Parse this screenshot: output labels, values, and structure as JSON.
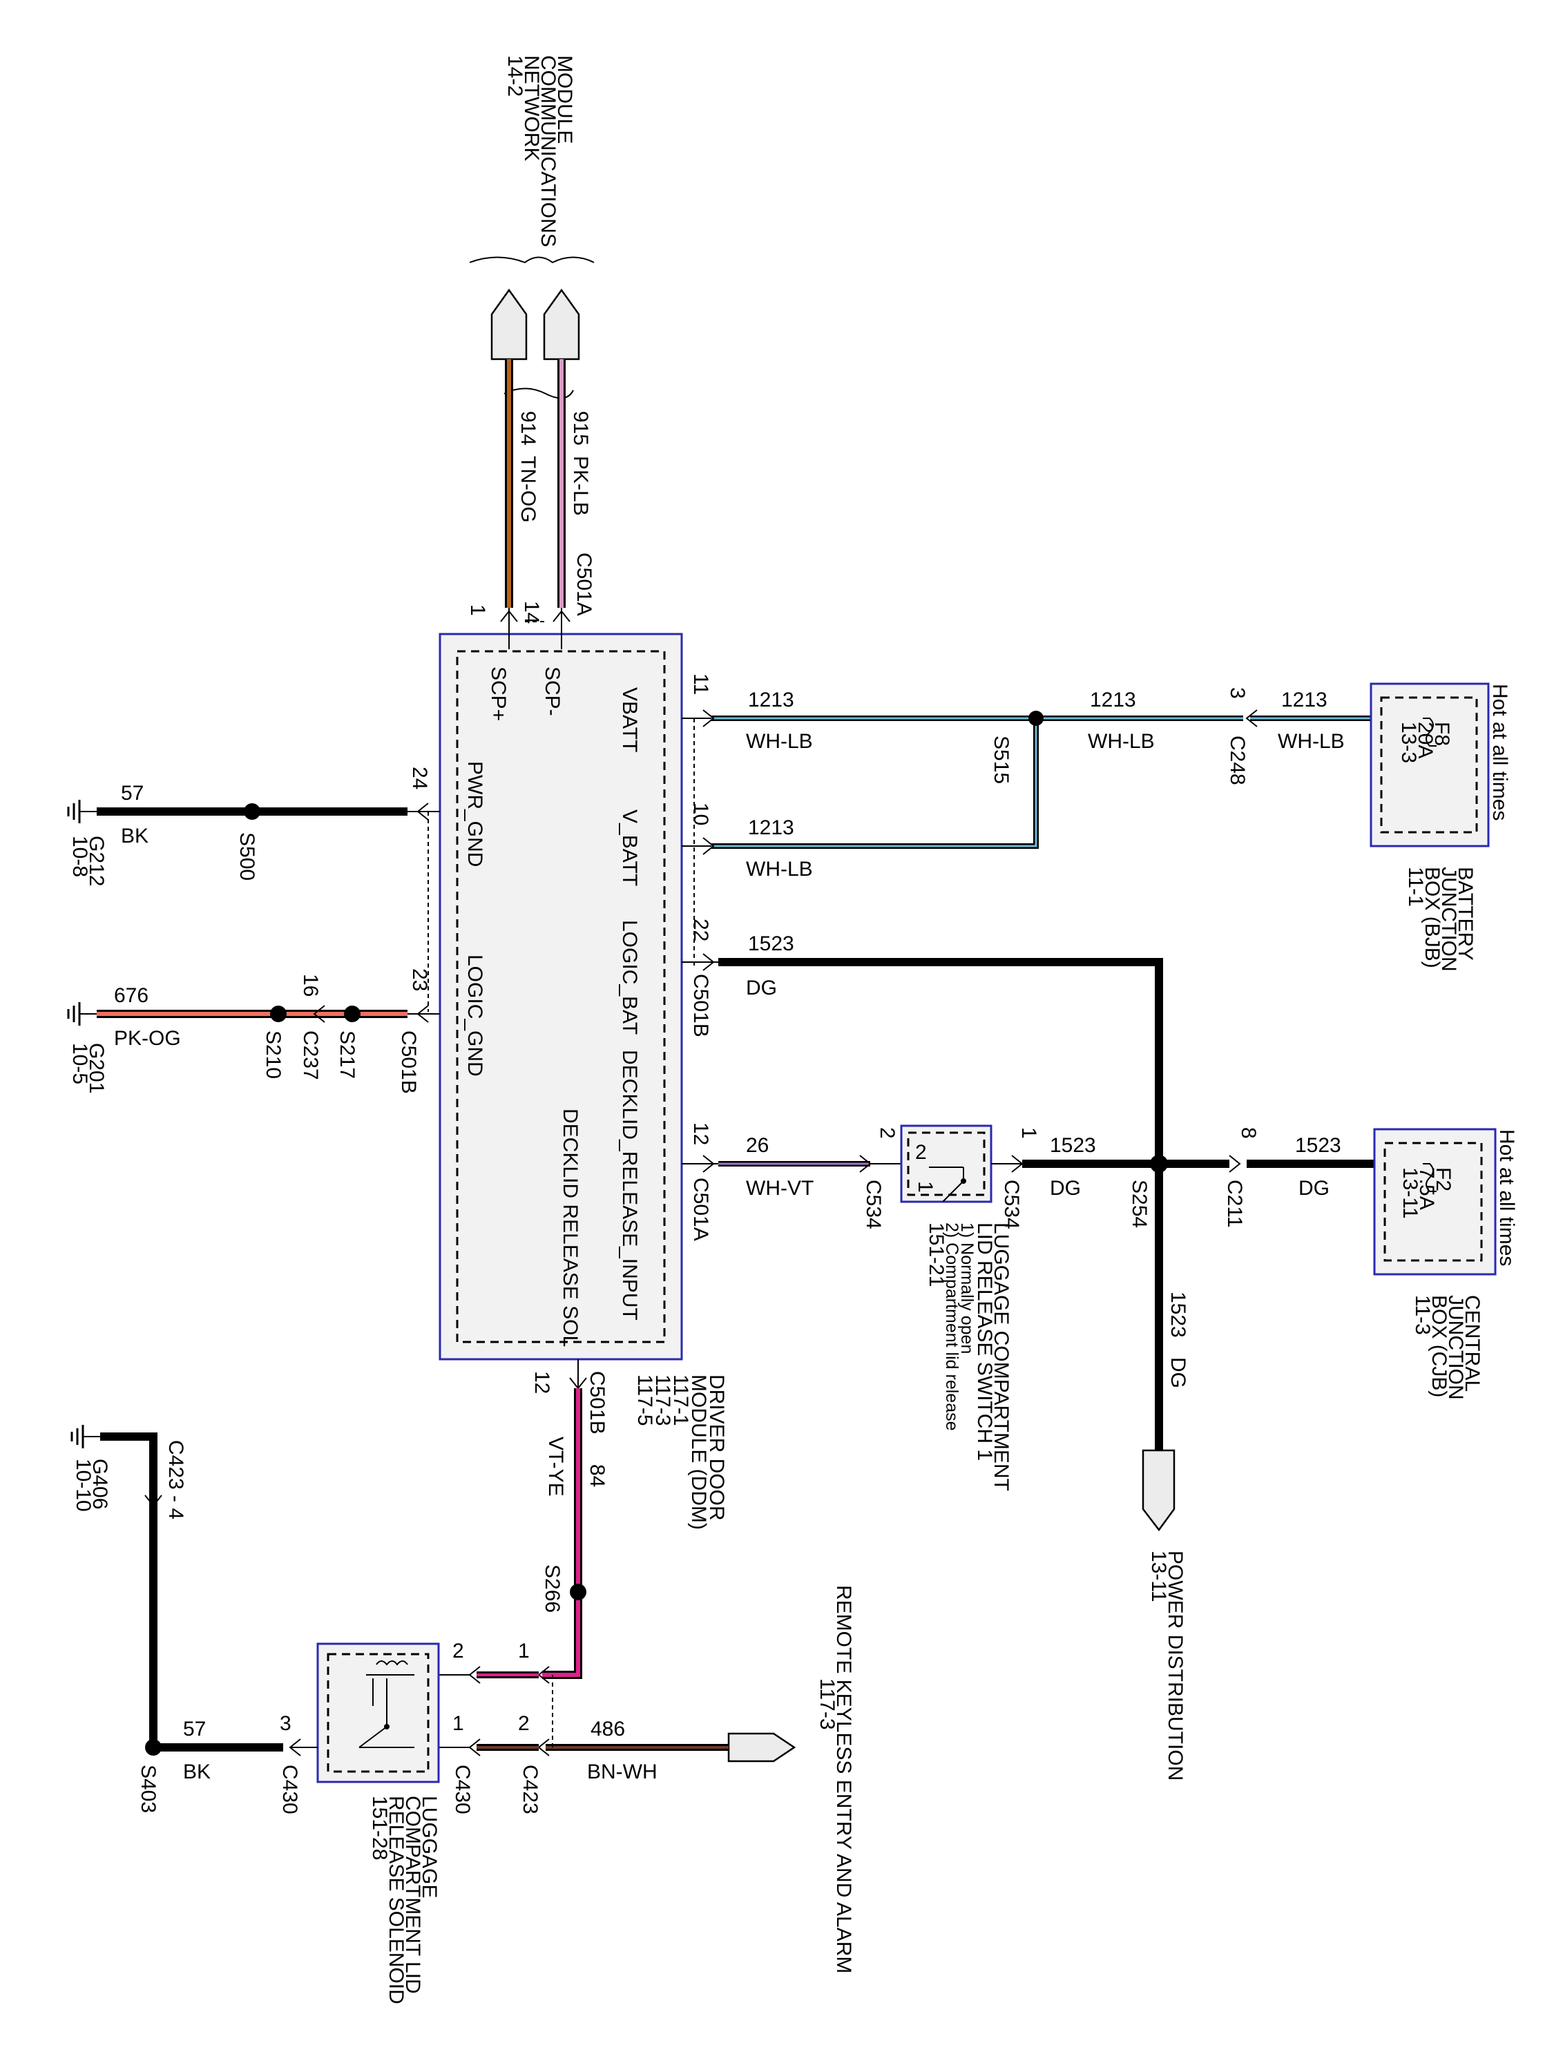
{
  "module_comm": {
    "lines": [
      "MODULE",
      "COMMUNICATIONS",
      "NETWORK",
      "14-2"
    ]
  },
  "ddm": {
    "lines": [
      "DRIVER DOOR",
      "MODULE (DDM)",
      "117-1",
      "117-3",
      "117-5"
    ],
    "pins": {
      "scp_plus": "SCP+",
      "scp_minus": "SCP-",
      "vbatt": "VBATT",
      "v_batt": "V_BATT",
      "pwr_gnd": "PWR_GND",
      "logic_bat": "LOGIC_BAT",
      "logic_gnd": "LOGIC_GND",
      "decklid_input": "DECKLID_RELEASE_INPUT",
      "decklid_sol": "DECKLID RELEASE SOL"
    },
    "pin_numbers": {
      "p1": "1",
      "p14": "14",
      "p11": "11",
      "p10": "10",
      "p24": "24",
      "p22": "22",
      "p23": "23",
      "p12a": "12",
      "p12b": "12"
    },
    "connectors": {
      "c501a_top": "C501A",
      "c501b_right": "C501B",
      "c501a_right": "C501A",
      "c501b_bottom": "C501B"
    }
  },
  "wires": {
    "w914": {
      "num": "914",
      "color": "TN-OG"
    },
    "w915": {
      "num": "915",
      "color": "PK-LB"
    },
    "w1213_a": {
      "num": "1213",
      "color": "WH-LB"
    },
    "w1213_b": {
      "num": "1213",
      "color": "WH-LB"
    },
    "w1213_c": {
      "num": "1213",
      "color": "WH-LB"
    },
    "w1213_d": {
      "num": "1213",
      "color": "WH-LB"
    },
    "w57_top": {
      "num": "57",
      "color": "BK"
    },
    "w676": {
      "num": "676",
      "color": "PK-OG"
    },
    "w1523_a": {
      "num": "1523",
      "color": "DG"
    },
    "w1523_b": {
      "num": "1523",
      "color": "DG"
    },
    "w1523_c": {
      "num": "1523",
      "color": "DG"
    },
    "w1523_d": {
      "num": "1523",
      "color": "DG"
    },
    "w26": {
      "num": "26",
      "color": "WH-VT"
    },
    "w84": {
      "num": "84",
      "color": "VT-YE"
    },
    "w486": {
      "num": "486",
      "color": "BN-WH"
    },
    "w57_bottom": {
      "num": "57",
      "color": "BK"
    }
  },
  "splices": {
    "s515": "S515",
    "s500": "S500",
    "s210": "S210",
    "s217": "S217",
    "s254": "S254",
    "s266": "S266",
    "s403": "S403"
  },
  "connectors": {
    "c248": "C248",
    "c248_pin": "3",
    "c237": "C237",
    "c237_pin": "16",
    "c534_left": "C534",
    "c534_left_pin": "2",
    "c534_right": "C534",
    "c534_right_pin": "1",
    "c211": "C211",
    "c211_pin": "8",
    "c423_top": "C423 - 4",
    "c423": "C423",
    "c423_pin1": "1",
    "c423_pin2": "2",
    "c430_left": "C430",
    "c430_left_pin": "3",
    "c430_right": "C430",
    "c430_pin1": "1",
    "c430_pin2": "2"
  },
  "grounds": {
    "g212": {
      "name": "G212",
      "page": "10-8"
    },
    "g201": {
      "name": "G201",
      "page": "10-5"
    },
    "g406": {
      "name": "G406",
      "page": "10-10"
    }
  },
  "bjb": {
    "hot": "Hot at all times",
    "fuse": [
      "F8",
      "20A",
      "13-3"
    ],
    "lines": [
      "BATTERY",
      "JUNCTION",
      "BOX (BJB)",
      "11-1"
    ]
  },
  "cjb": {
    "hot": "Hot at all times",
    "fuse": [
      "F2",
      "7.5A",
      "13-11"
    ],
    "lines": [
      "CENTRAL",
      "JUNCTION",
      "BOX (CJB)",
      "11-3"
    ]
  },
  "switch": {
    "pin_a": "2",
    "pin_b": "1",
    "lines": [
      "LUGGAGE COMPARTMENT",
      "LID RELEASE SWITCH 1",
      "1) Normally open",
      "2) Compartment lid release",
      "151-21"
    ]
  },
  "solenoid": {
    "lines": [
      "LUGGAGE",
      "COMPARTMENT LID",
      "RELEASE SOLENOID",
      "151-28"
    ]
  },
  "power_dist": {
    "lines": [
      "POWER DISTRIBUTION",
      "13-11"
    ]
  },
  "rke": {
    "lines": [
      "REMOTE KEYLESS ENTRY AND ALARM",
      "117-3"
    ]
  },
  "colors": {
    "tn_og": "#b5651d",
    "pk_lb": "#d99bc4",
    "wh_lb": "#6fb8d6",
    "pk_og": "#f07060",
    "wh_vt": "#a070c0",
    "vt_ye": "#e0208a",
    "bn_wh": "#6b3a2a",
    "box_border": "#2a2ab0"
  }
}
